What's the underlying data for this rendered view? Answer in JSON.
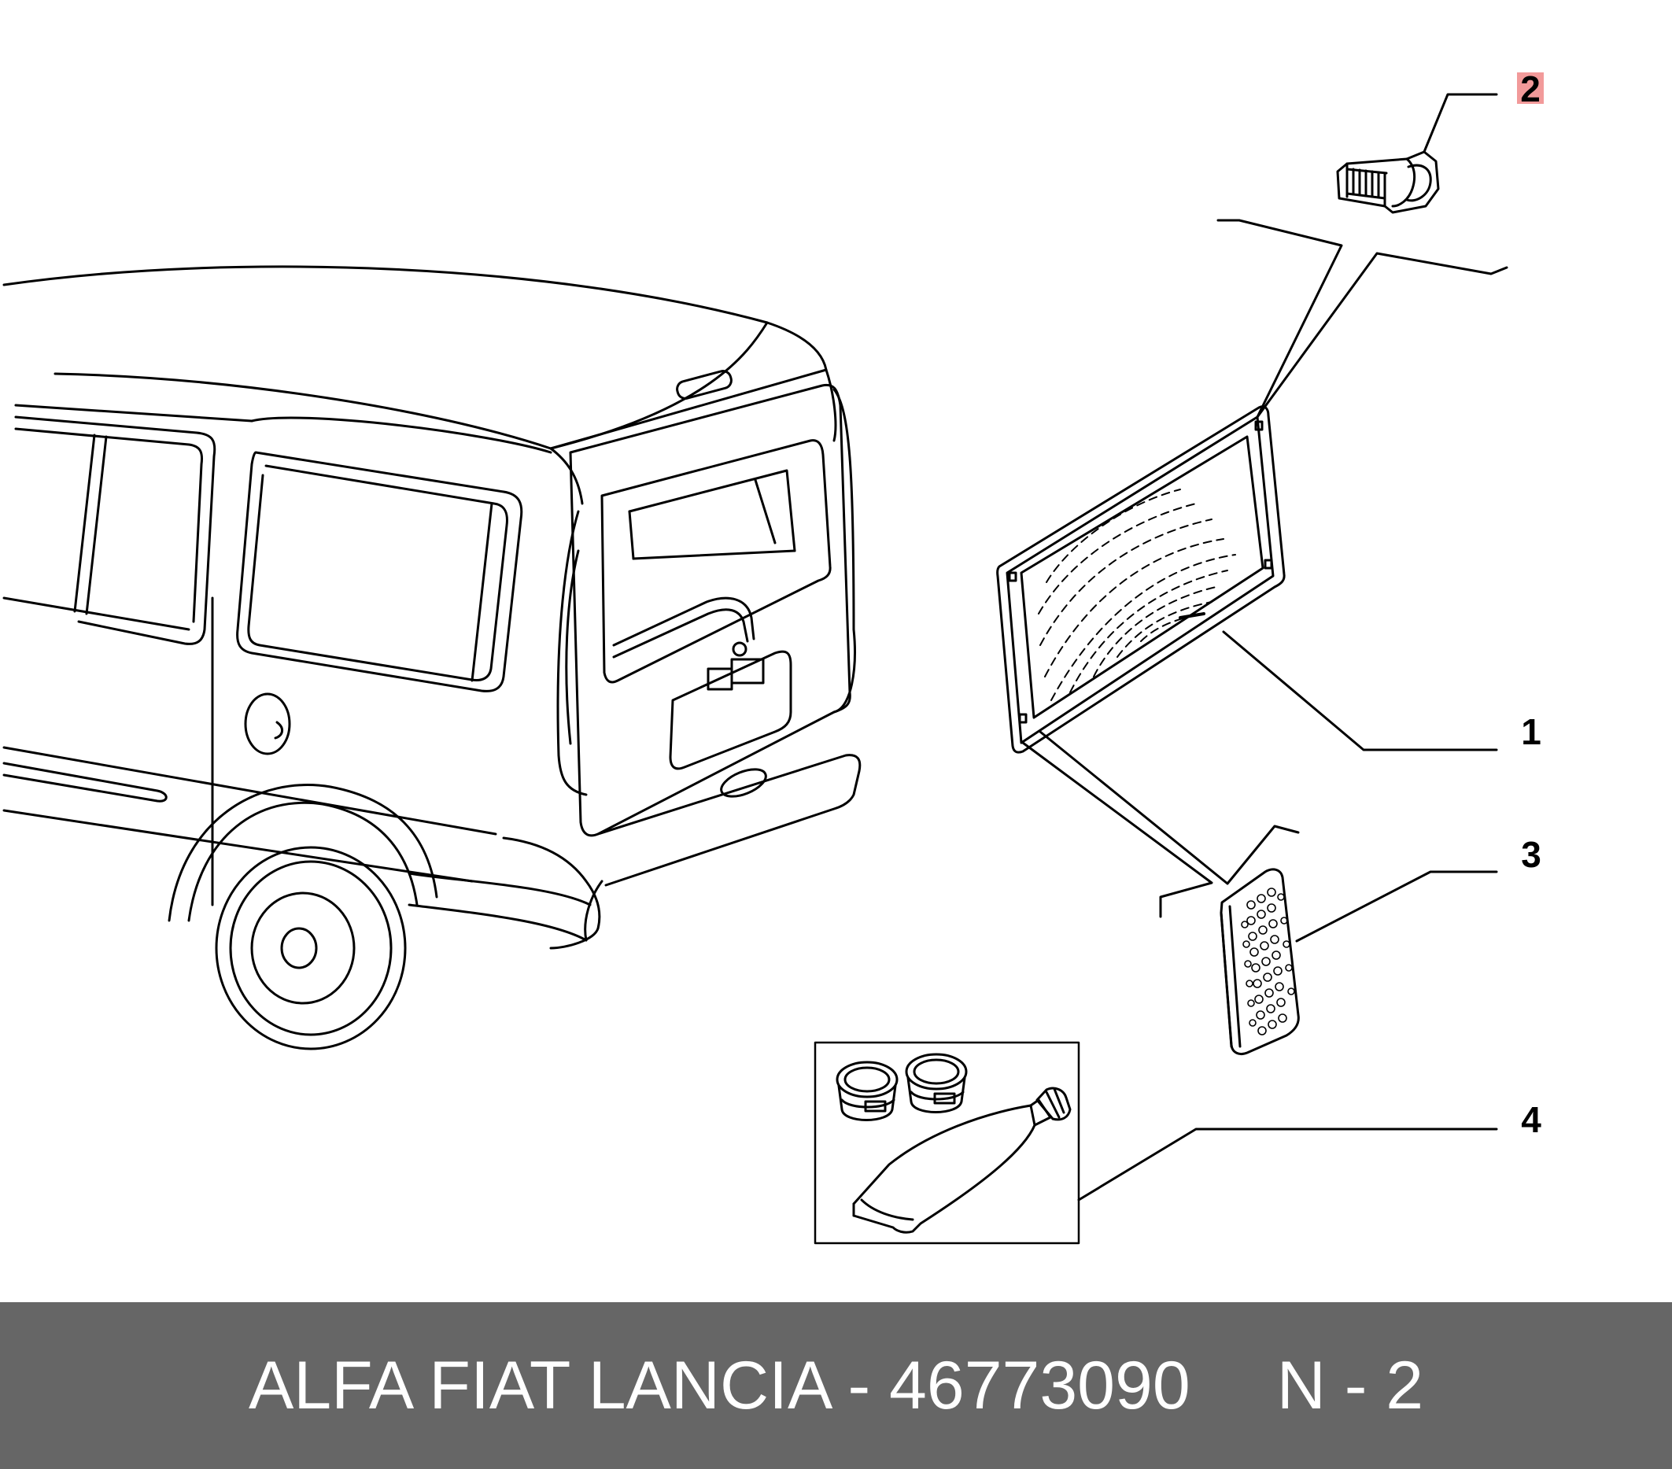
{
  "callouts": {
    "c1": "1",
    "c2": "2",
    "c3": "3",
    "c4": "4"
  },
  "highlight_color": "#f29a9a",
  "footer": {
    "brand_part": "ALFA FIAT LANCIA - 46773090",
    "ref": "N - 2",
    "background": "#666666",
    "text_color": "#ffffff"
  }
}
